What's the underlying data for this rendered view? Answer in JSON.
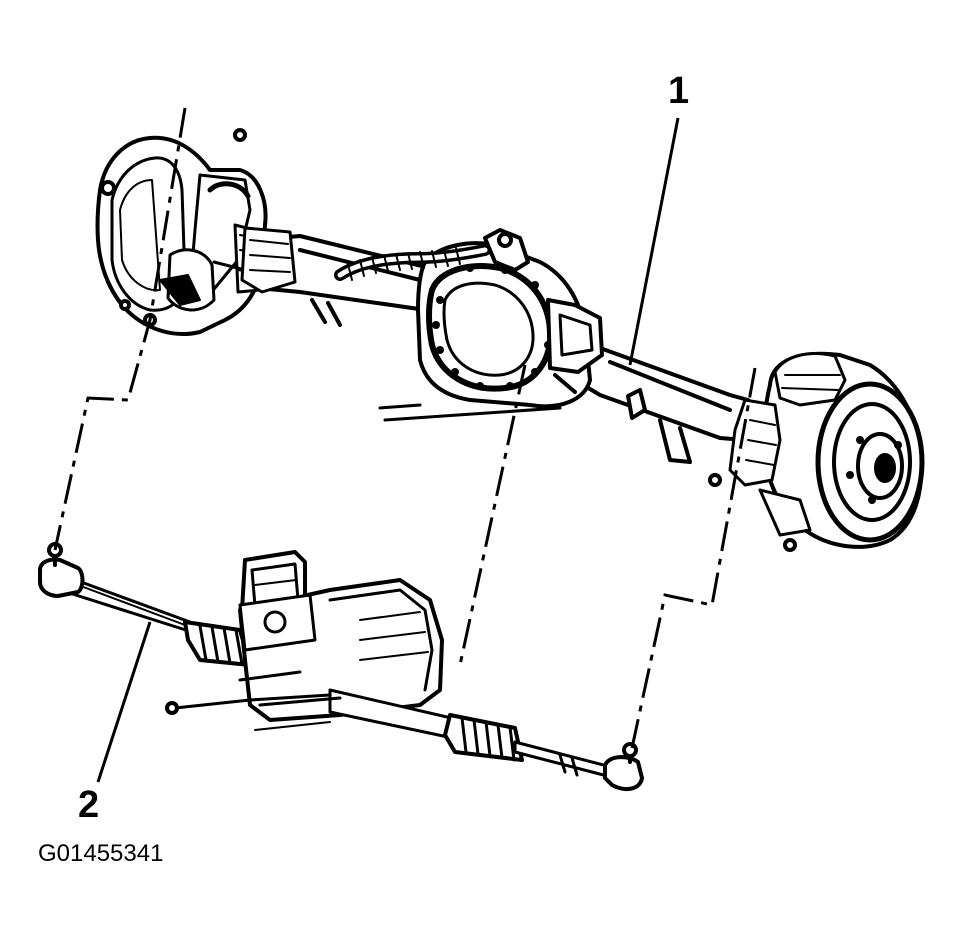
{
  "callouts": {
    "axle": "1",
    "steering_gear": "2"
  },
  "figure_id": "G01455341",
  "colors": {
    "ink": "#000000",
    "paper": "#ffffff"
  }
}
